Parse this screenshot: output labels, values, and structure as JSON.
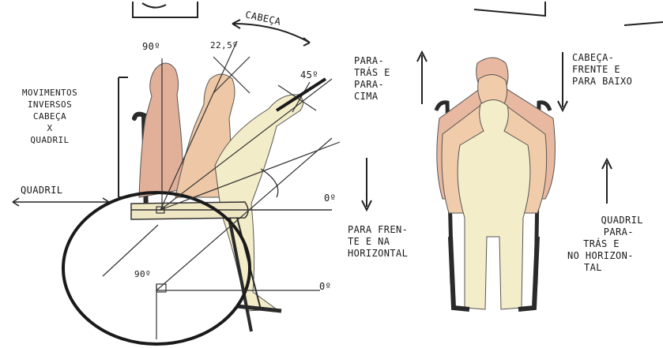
{
  "diagram": {
    "side_view": {
      "angle_90_top": "90º",
      "angle_225": "22,5º",
      "angle_45": "45º",
      "cabeca_arrow": "CABEÇA",
      "movimentos": [
        "MOVIMENTOS",
        "INVERSOS",
        "CABEÇA",
        "X",
        "QUADRIL"
      ],
      "quadril_left": "QUADRIL",
      "zero_upper": "0º",
      "zero_lower": "0º",
      "angle_90_bottom": "90º"
    },
    "middle_text": {
      "para_tras_cima": [
        "PARA-",
        "TRÁS E",
        "PARA-",
        "CIMA"
      ],
      "para_frente": [
        "PARA FREN-",
        "TE E NA",
        "HORIZONTAL"
      ]
    },
    "front_view": {
      "cabeca_frente": [
        "CABEÇA-",
        "FRENTE E",
        "PARA BAIXO"
      ],
      "quadril_tras": [
        "QUADRIL",
        "PARA-",
        "TRÁS E",
        "NO HORIZON-",
        "TAL"
      ]
    },
    "colors": {
      "ink": "#1a1a1a",
      "skin_back": "#e2b098",
      "skin_mid": "#eec8a6",
      "skin_front": "#f2ecc8",
      "chair": "#2a2a2a"
    }
  }
}
